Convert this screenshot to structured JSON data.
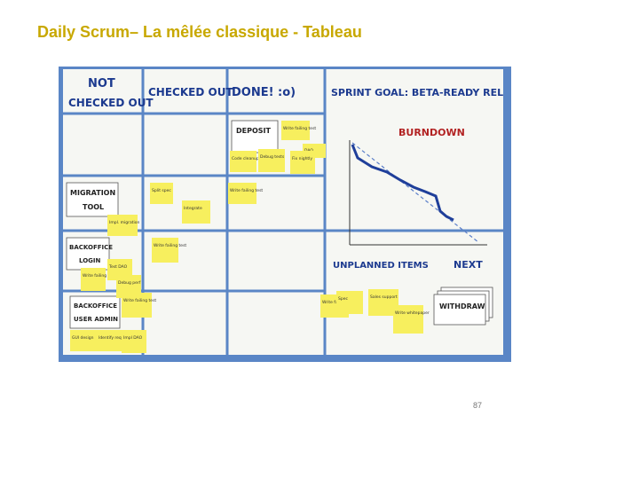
{
  "slide": {
    "title": "Daily Scrum– La mêlée classique - Tableau",
    "page_number": "87",
    "accent_color": "#c8a800"
  },
  "board": {
    "columns": {
      "not_checked_out_line1": "NOT",
      "not_checked_out_line2": "CHECKED OUT",
      "checked_out": "CHECKED OUT",
      "done": "DONE! :o)",
      "sprint_goal": "SPRINT GOAL: BETA-READY RELEASE!"
    },
    "sections": {
      "burndown": "BURNDOWN",
      "unplanned_items": "UNPLANNED ITEMS",
      "next": "NEXT"
    },
    "stories": {
      "deposit": "DEPOSIT",
      "migration_line1": "MIGRATION",
      "migration_line2": "TOOL",
      "backoffice_login_line1": "BACKOFFICE",
      "backoffice_login_line2": "LOGIN",
      "backoffice_user_line1": "BACKOFFICE",
      "backoffice_user_line2": "USER ADMIN",
      "withdraw": "WITHDRAW"
    },
    "notes": {
      "n1": "Write failing test",
      "n2": "DAO",
      "n3": "Code cleanup",
      "n4": "Debug tests",
      "n5": "Fix nightly",
      "n6": "Split spec",
      "n7": "Write failing test",
      "n8": "Integrate",
      "n9": "Impl. migration",
      "n10": "Write failing test",
      "n11": "Write failing test",
      "n12": "Test DAO",
      "n13": "Debug perf",
      "n14": "Write failing test",
      "n15": "GUI design",
      "n16": "Identify requirements",
      "n17": "Impl DAO",
      "n18": "Write failing test",
      "n19": "Spec",
      "n20": "Sales support",
      "n21": "Write whitepaper"
    },
    "colors": {
      "frame": "#5a86c6",
      "sticky": "#f7ef5e",
      "burndown_line": "#1f3f9a",
      "trend_line": "#5b7fc9"
    }
  }
}
